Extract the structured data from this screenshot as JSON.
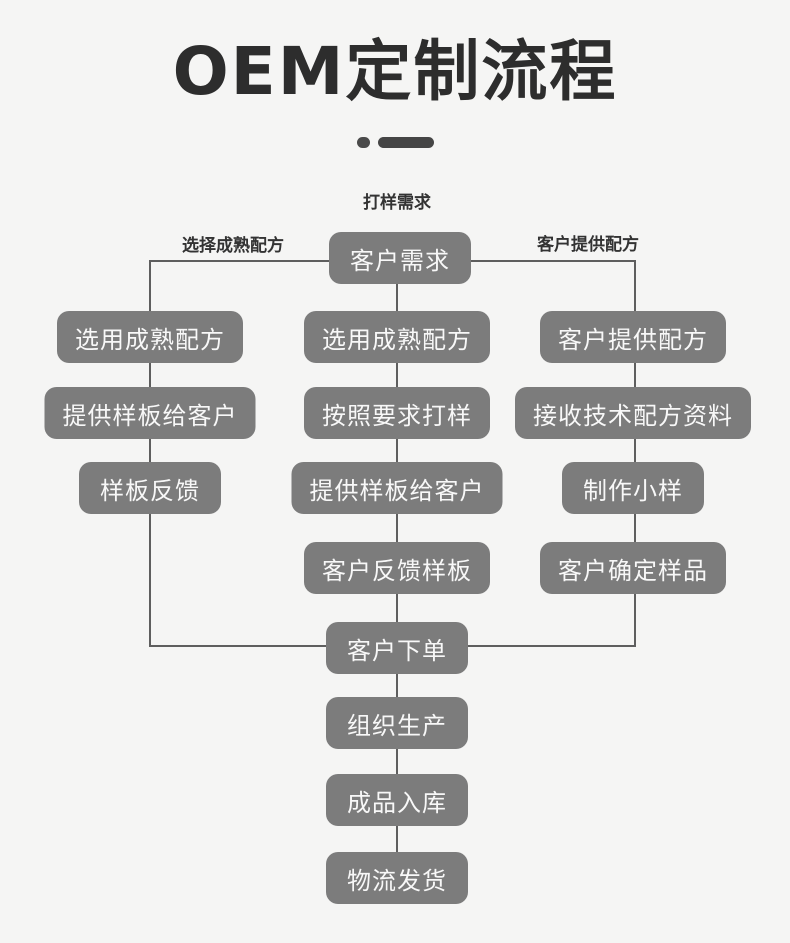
{
  "title": "OEM定制流程",
  "annotations": {
    "sampling_demand": "打样需求",
    "choose_mature_formula": "选择成熟配方",
    "customer_provides_formula": "客户提供配方"
  },
  "nodes": {
    "root": "客户需求",
    "left": [
      "选用成熟配方",
      "提供样板给客户",
      "样板反馈"
    ],
    "middle": [
      "选用成熟配方",
      "按照要求打样",
      "提供样板给客户",
      "客户反馈样板"
    ],
    "right": [
      "客户提供配方",
      "接收技术配方资料",
      "制作小样",
      "客户确定样品"
    ],
    "tail": [
      "客户下单",
      "组织生产",
      "成品入库",
      "物流发货"
    ]
  },
  "colors": {
    "background": "#f5f5f4",
    "node_fill": "#7c7c7c",
    "node_text": "#f8f8f8",
    "connector": "#5e5e5e",
    "title_text": "#2d2d2d",
    "label_text": "#333333"
  }
}
